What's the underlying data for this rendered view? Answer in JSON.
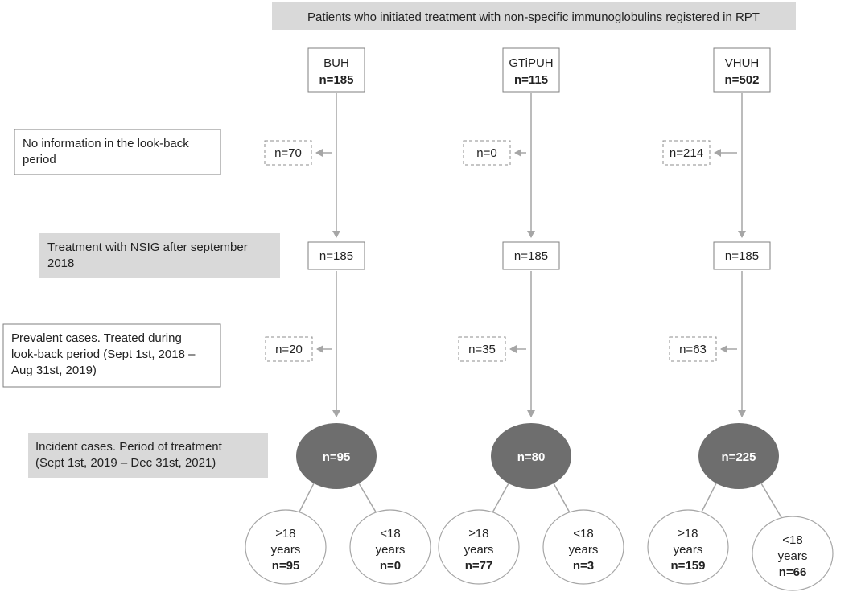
{
  "header": "Patients who initiated treatment with non-specific immunoglobulins registered in RPT",
  "side_labels": {
    "no_info": [
      "No information in the look-back",
      "period"
    ],
    "nsig": [
      "Treatment with NSIG after september",
      "2018"
    ],
    "prevalent": [
      "Prevalent cases. Treated during",
      "look-back period (Sept 1st, 2018 –",
      "Aug 31st, 2019)"
    ],
    "incident": [
      "Incident cases. Period of treatment",
      "(Sept 1st, 2019  – Dec 31st,  2021)"
    ]
  },
  "columns": [
    {
      "hospital": "BUH",
      "n_initial": "n=185",
      "n_excluded_1": "n=70",
      "n_nsig": "n=185",
      "n_excluded_2": "n=20",
      "n_incident": "n=95",
      "adult": {
        "label": [
          "≥18",
          "years"
        ],
        "n": "n=95"
      },
      "child": {
        "label": [
          "<18",
          "years"
        ],
        "n": "n=0"
      }
    },
    {
      "hospital": "GTiPUH",
      "n_initial": "n=115",
      "n_excluded_1": "n=0",
      "n_nsig": "n=185",
      "n_excluded_2": "n=35",
      "n_incident": "n=80",
      "adult": {
        "label": [
          "≥18",
          "years"
        ],
        "n": "n=77"
      },
      "child": {
        "label": [
          "<18",
          "years"
        ],
        "n": "n=3"
      }
    },
    {
      "hospital": "VHUH",
      "n_initial": "n=502",
      "n_excluded_1": "n=214",
      "n_nsig": "n=185",
      "n_excluded_2": "n=63",
      "n_incident": "n=225",
      "adult": {
        "label": [
          "≥18",
          "years"
        ],
        "n": "n=159"
      },
      "child": {
        "label": [
          "<18",
          "years"
        ],
        "n": "n=66"
      }
    }
  ],
  "colors": {
    "gray_fill": "#d9d9d9",
    "dark_ellipse": "#6e6e6e",
    "arrow": "#a6a6a6",
    "box_border": "#7f7f7f"
  }
}
